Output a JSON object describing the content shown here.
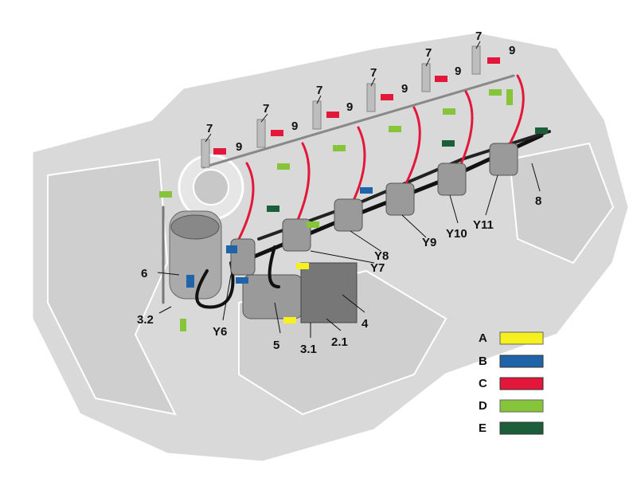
{
  "diagram": {
    "title": "Engine fuel system component layout",
    "callouts": {
      "injector": "7",
      "line": "9",
      "filter": "6",
      "p32": "3.2",
      "y6": "Y6",
      "p5": "5",
      "p31": "3.1",
      "p21": "2.1",
      "p4": "4",
      "y7": "Y7",
      "y8": "Y8",
      "y9": "Y9",
      "y10": "Y10",
      "y11": "Y11",
      "p8": "8"
    },
    "legend": [
      {
        "key": "A",
        "color": "#f5f01e"
      },
      {
        "key": "B",
        "color": "#1f63a8"
      },
      {
        "key": "C",
        "color": "#e3173a"
      },
      {
        "key": "D",
        "color": "#86c43a"
      },
      {
        "key": "E",
        "color": "#1d5e3a"
      }
    ]
  }
}
